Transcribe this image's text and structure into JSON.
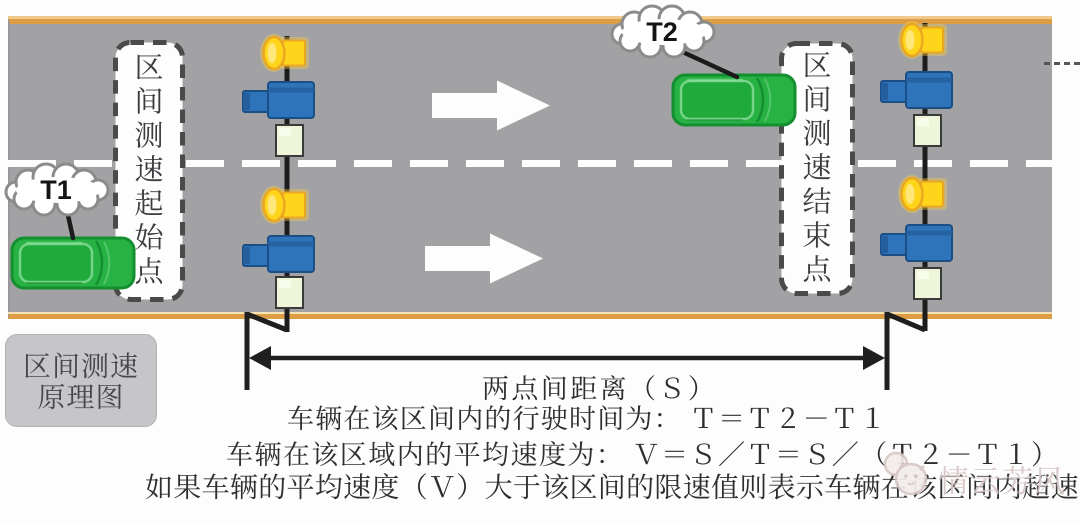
{
  "title": "区间测速原理图",
  "colors": {
    "road_gray": "#a2a2a4",
    "road_edge_orange": "#dd9d45",
    "car_green": "#25ad3c",
    "camera_blue": "#2e74ba",
    "flash_yellow": "#ffd51c",
    "line_black": "#1f1f1f",
    "text_dark": "#2e2e2e"
  },
  "clouds": {
    "t1_label": "T1",
    "t2_label": "T2"
  },
  "zones": {
    "start_label": "区间测速起始点",
    "end_label": "区间测速结束点"
  },
  "legend": {
    "line1": "区间测速",
    "line2": "原理图"
  },
  "dimension": {
    "label": "两点间距离（Ｓ）"
  },
  "formulas": {
    "time": "车辆在该区间内的行驶时间为： Ｔ＝Ｔ２－Ｔ１",
    "speed": "车辆在该区域内的平均速度为： Ｖ＝Ｓ／Ｔ＝Ｓ／（Ｔ２－Ｔ１）",
    "overspeed": "如果车辆的平均速度（Ｖ）大于该区间的限速值则表示车辆在该区间内超速"
  },
  "icons": {
    "flash_lamp": "speed-flash-lamp-icon",
    "camera": "speed-camera-icon",
    "detector": "detector-box-icon",
    "car": "car-top-view",
    "cloud": "timestamp-cloud-callout",
    "direction_arrow": "traffic-direction-arrow"
  },
  "watermark": {
    "text": "情云芳风"
  }
}
